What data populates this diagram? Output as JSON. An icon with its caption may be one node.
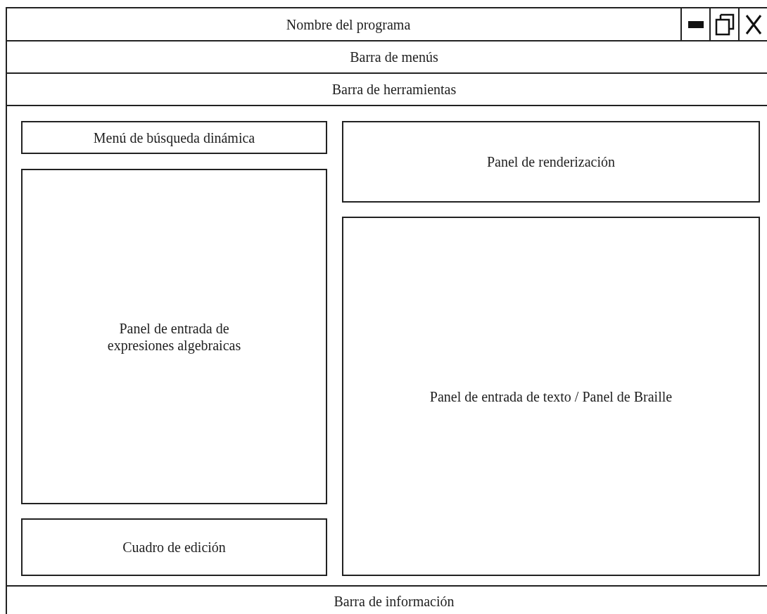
{
  "diagram": {
    "nodes": [
      {
        "text": [
          "Nombre del programa"
        ]
      },
      {
        "text": [
          "Barra de menús"
        ]
      },
      {
        "text": [
          "Barra de herramientas"
        ]
      },
      {
        "text": [
          "Menú de búsqueda dinámica"
        ]
      },
      {
        "text": [
          "Panel de renderización"
        ]
      },
      {
        "text": [
          "Panel de entrada de expresiones algebraicas"
        ]
      },
      {
        "text": [
          "Panel de entrada de texto / Panel de Braille"
        ]
      },
      {
        "text": [
          "Cuadro de edición"
        ]
      },
      {
        "text": [
          "Barra de información"
        ]
      }
    ]
  }
}
